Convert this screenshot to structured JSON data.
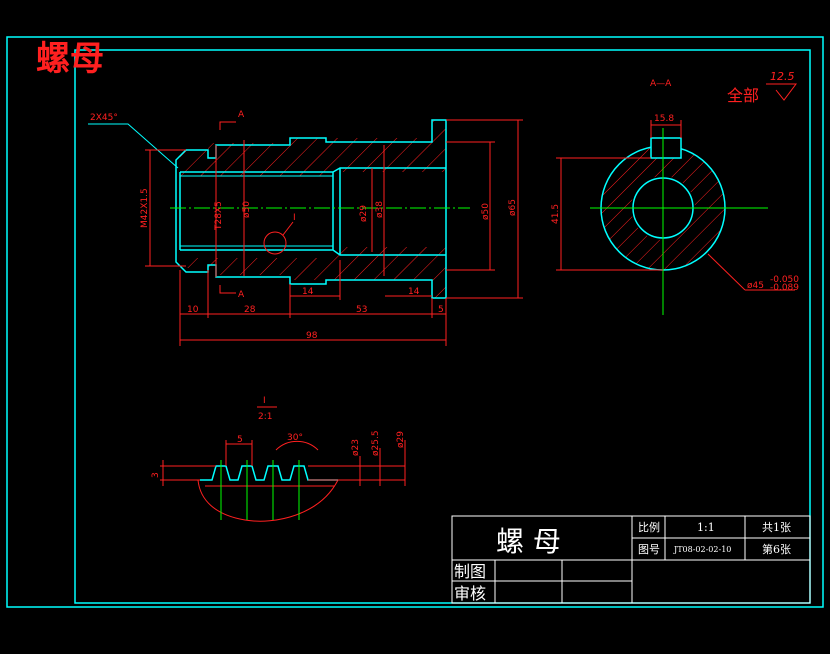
{
  "title_stamp": "螺母",
  "colors": {
    "background": "#000000",
    "border": "#00ffff",
    "part_outline": "#00ffff",
    "dimension": "#ff2020",
    "center_line": "#00ff00",
    "title_text": "#ffffff"
  },
  "section_view": {
    "label": "A—A",
    "roughness_note": "全部",
    "roughness_value": "12.5",
    "dim_slot_width": "15.8",
    "dim_height": "41.5",
    "dim_bore": "ø45",
    "tolerance_upper": "-0.050",
    "tolerance_lower": "-0.089"
  },
  "main_view": {
    "chamfer": "2X45°",
    "section_mark_top": "A",
    "section_mark_bottom": "A",
    "detail_mark": "I",
    "dim_thread_m": "M42X1.5",
    "dim_thread_tr": "T28X5",
    "dim_d50_left": "ø50",
    "dim_d29": "ø29",
    "dim_d38": "ø38",
    "dim_d50_right": "ø50",
    "dim_d65": "ø65",
    "dim_10": "10",
    "dim_28": "28",
    "dim_14a": "14",
    "dim_53": "53",
    "dim_14b": "14",
    "dim_5": "5",
    "dim_98": "98"
  },
  "detail_view": {
    "label": "I",
    "scale": "2:1",
    "dim_pitch": "5",
    "dim_angle": "30°",
    "dim_d23": "ø23",
    "dim_d25_5": "ø25.5",
    "dim_d29": "ø29",
    "dim_depth": "3"
  },
  "title_block": {
    "part_name": "螺  母",
    "scale_label": "比例",
    "scale_value": "1:1",
    "sheets_total": "共1张",
    "drawing_no_label": "图号",
    "drawing_no": "JT08-02-02-10",
    "sheet_no": "第6张",
    "drawn_label": "制图",
    "checked_label": "审核"
  }
}
